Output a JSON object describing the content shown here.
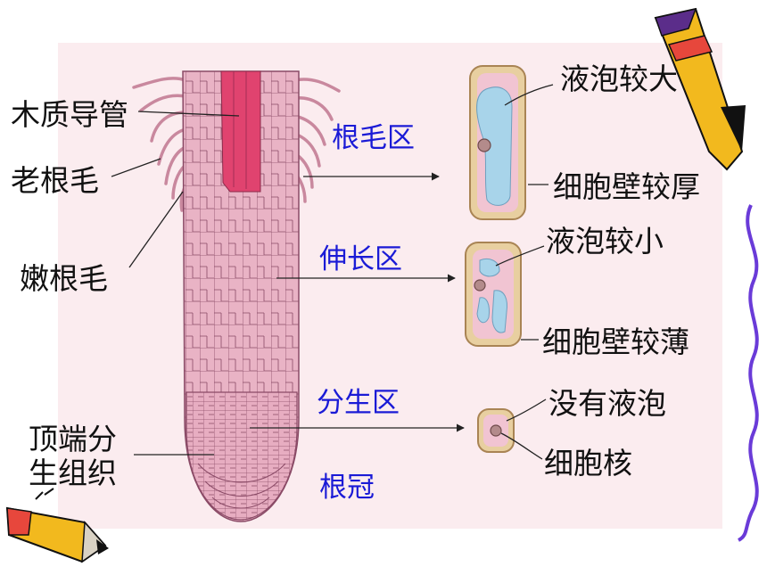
{
  "left_labels": {
    "xylem": "木质导管",
    "old_root_hair": "老根毛",
    "young_root_hair": "嫩根毛",
    "apical_meristem_line1": "顶端分",
    "apical_meristem_line2": "生组织"
  },
  "zone_labels": {
    "root_hair_zone": "根毛区",
    "elongation_zone": "伸长区",
    "meristem_zone": "分生区",
    "root_cap": "根冠"
  },
  "cell_labels": {
    "large_vacuole": "液泡较大",
    "thick_wall": "细胞壁较厚",
    "small_vacuole": "液泡较小",
    "thin_wall": "细胞壁较薄",
    "no_vacuole": "没有液泡",
    "nucleus": "细胞核"
  },
  "colors": {
    "label_blue": "#1a1ad6",
    "label_black": "#111111",
    "root_pink": "#e2a3b8",
    "xylem_red": "#e0436f",
    "wavy_border": "#6a3bd8",
    "vacuole_blue": "#a8d4ea",
    "cell_wall_tan": "#e8cfa0"
  },
  "icons": [
    "pencil-icon-top-right",
    "pencil-icon-bottom-left",
    "wavy-border-right"
  ]
}
